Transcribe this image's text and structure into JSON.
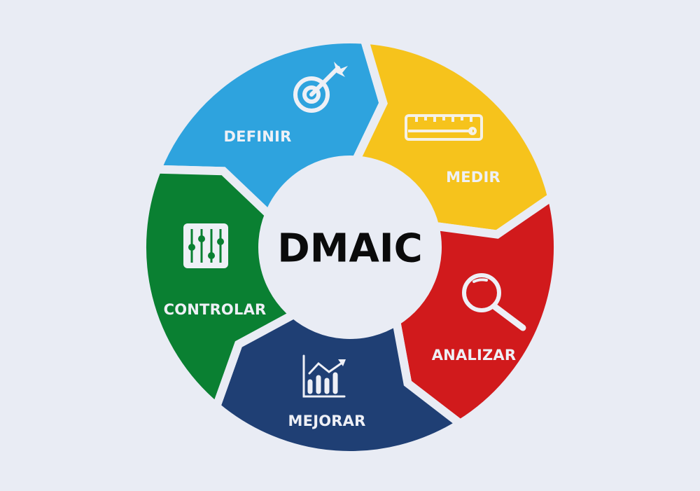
{
  "title": "DMAIC",
  "background": "#e9ecf4",
  "phases": [
    {
      "label": "DEFINIR",
      "color": "#2ea3de",
      "icon": "target-icon"
    },
    {
      "label": "MEDIR",
      "color": "#f6c31c",
      "icon": "ruler-icon"
    },
    {
      "label": "ANALIZAR",
      "color": "#d11a1c",
      "icon": "magnifier-icon"
    },
    {
      "label": "MEJORAR",
      "color": "#1f3f74",
      "icon": "chart-growth-icon"
    },
    {
      "label": "CONTROLAR",
      "color": "#0a8032",
      "icon": "sliders-icon"
    }
  ]
}
